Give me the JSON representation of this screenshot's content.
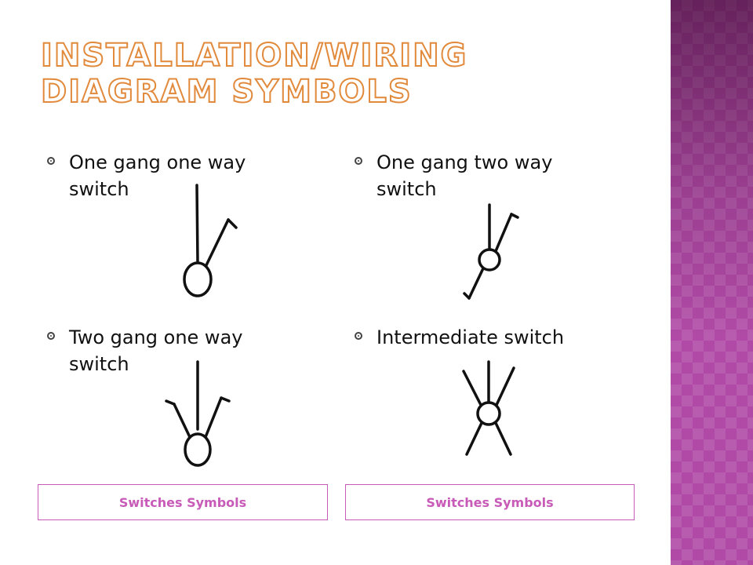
{
  "slide": {
    "title": "Installation/Wiring Diagram Symbols",
    "bullets": [
      {
        "text": "One gang one way switch",
        "symbol_icon": "one-gang-one-way-switch-symbol-icon"
      },
      {
        "text": "One gang two way switch",
        "symbol_icon": "one-gang-two-way-switch-symbol-icon"
      },
      {
        "text": "Two gang one way switch",
        "symbol_icon": "two-gang-one-way-switch-symbol-icon"
      },
      {
        "text": "Intermediate switch",
        "symbol_icon": "intermediate-switch-symbol-icon"
      }
    ],
    "captions": [
      "Switches Symbols",
      "Switches Symbols"
    ]
  },
  "colors": {
    "title_outline": "#e28a3c",
    "accent": "#c85ab8",
    "side_panel": "#b04aa6",
    "text": "#111111"
  }
}
